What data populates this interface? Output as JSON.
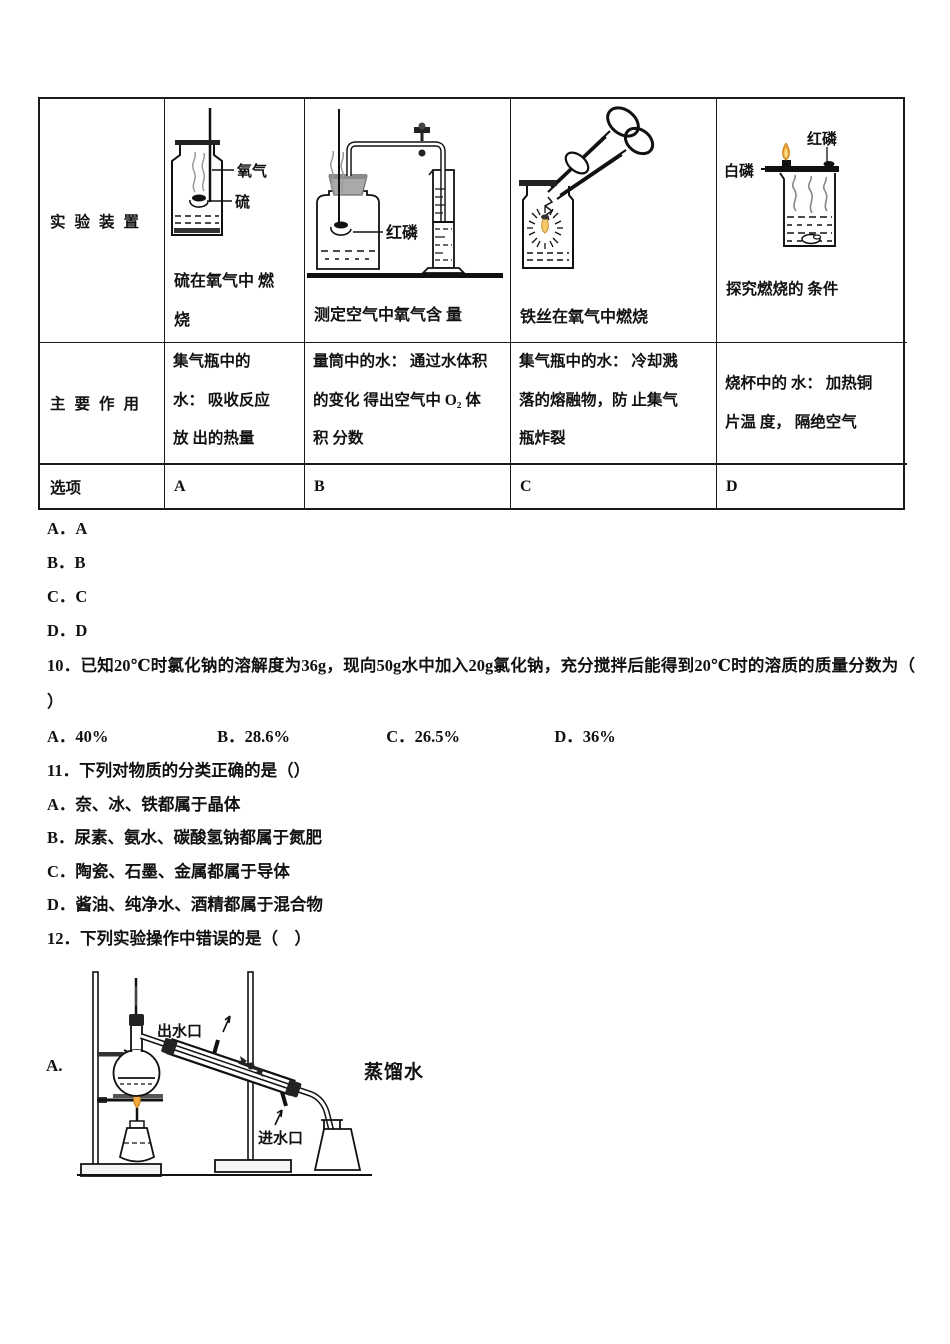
{
  "table": {
    "row_headers": {
      "apparatus": "实验装置",
      "function": "主要作用",
      "option": "选项"
    },
    "columns": [
      {
        "option": "A",
        "caption": "硫在氧气中 燃\n烧",
        "function": "集气瓶中的\n水： 吸收反应\n放 出的热量",
        "labels": {
          "oxygen": "氧气",
          "sulfur": "硫"
        }
      },
      {
        "option": "B",
        "caption": "测定空气中氧气含 量",
        "function": "量筒中的水： 通过水体积\n的变化 得出空气中 O₂ 体\n积 分数",
        "labels": {
          "red_phosphorus": "红磷"
        }
      },
      {
        "option": "C",
        "caption": "铁丝在氧气中燃烧",
        "function": "集气瓶中的水： 冷却溅\n落的熔融物，防 止集气\n瓶炸裂",
        "labels": {}
      },
      {
        "option": "D",
        "caption": "探究燃烧的 条件",
        "function": "烧杯中的 水： 加热铜\n片温 度， 隔绝空气",
        "labels": {
          "white_phosphorus": "白磷",
          "red_phosphorus": "红磷"
        }
      }
    ]
  },
  "table_question_options": [
    "A．A",
    "B．B",
    "C．C",
    "D．D"
  ],
  "question10": {
    "text": "10．已知20℃时氯化钠的溶解度为36g，现向50g水中加入20g氯化钠，充分搅拌后能得到20℃时的溶质的质量分数为（  ）",
    "options": [
      "A．40%",
      "B．28.6%",
      "C．26.5%",
      "D．36%"
    ]
  },
  "question11": {
    "text": "11．下列对物质的分类正确的是（）",
    "options": [
      "A．奈、冰、铁都属于晶体",
      "B．尿素、氨水、碳酸氢钠都属于氮肥",
      "C．陶瓷、石墨、金属都属于导体",
      "D．酱油、纯净水、酒精都属于混合物"
    ]
  },
  "question12": {
    "text": "12．下列实验操作中错误的是（　）",
    "option_label": "A.",
    "diagram": {
      "outlet_label": "出水口",
      "inlet_label": "进水口",
      "caption": "蒸馏水"
    }
  }
}
